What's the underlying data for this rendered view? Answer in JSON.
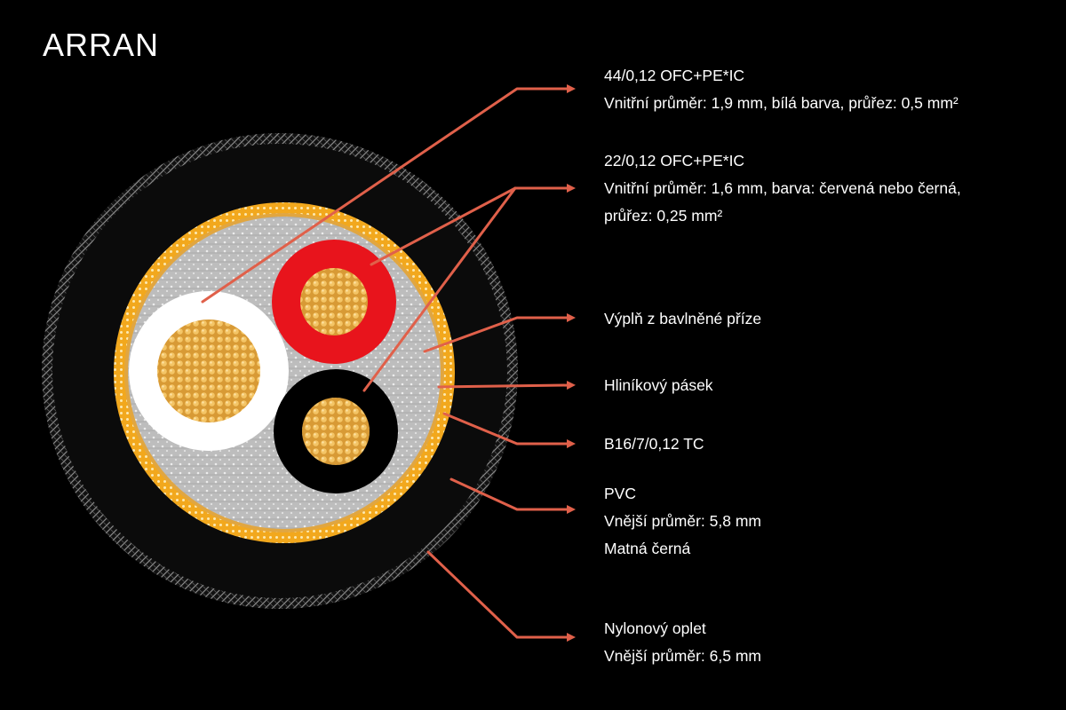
{
  "title": "ARRAN",
  "colors": {
    "background": "#000000",
    "arrow": "#e0604a",
    "jacket": "#0b0b0b",
    "braid": "#9a9a9a",
    "shield": "#f2a81d",
    "filler": "#c9c9c9",
    "core_white": "#ffffff",
    "core_red": "#e8141c",
    "core_black": "#000000",
    "copper": "#e3a83f"
  },
  "labels": [
    {
      "id": "white-conductor",
      "lines": [
        "44/0,12 OFC+PE*IC",
        "Vnitřní průměr: 1,9 mm, bílá barva, průřez: 0,5 mm²"
      ]
    },
    {
      "id": "red-black-conductors",
      "lines": [
        "22/0,12 OFC+PE*IC",
        "Vnitřní průměr: 1,6 mm, barva: červená nebo černá,",
        "průřez: 0,25 mm²"
      ]
    },
    {
      "id": "cotton-filler",
      "lines": [
        "Výplň z bavlněné příze"
      ]
    },
    {
      "id": "aluminium-tape",
      "lines": [
        "Hliníkový pásek"
      ]
    },
    {
      "id": "shield-braid",
      "lines": [
        "B16/7/0,12 TC"
      ]
    },
    {
      "id": "pvc-jacket",
      "lines": [
        "PVC",
        "Vnější průměr: 5,8 mm",
        "Matná černá"
      ]
    },
    {
      "id": "nylon-braid",
      "lines": [
        "Nylonový oplet",
        "Vnější průměr: 6,5 mm"
      ]
    }
  ]
}
